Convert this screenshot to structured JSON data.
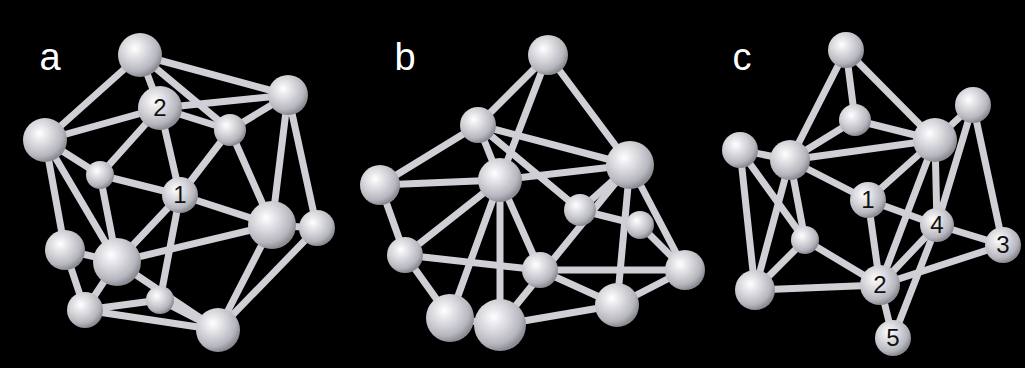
{
  "diagram": {
    "labels": [
      "a",
      "2",
      "1",
      "b",
      "c",
      "1",
      "4",
      "3",
      "2",
      "5"
    ]
  }
}
